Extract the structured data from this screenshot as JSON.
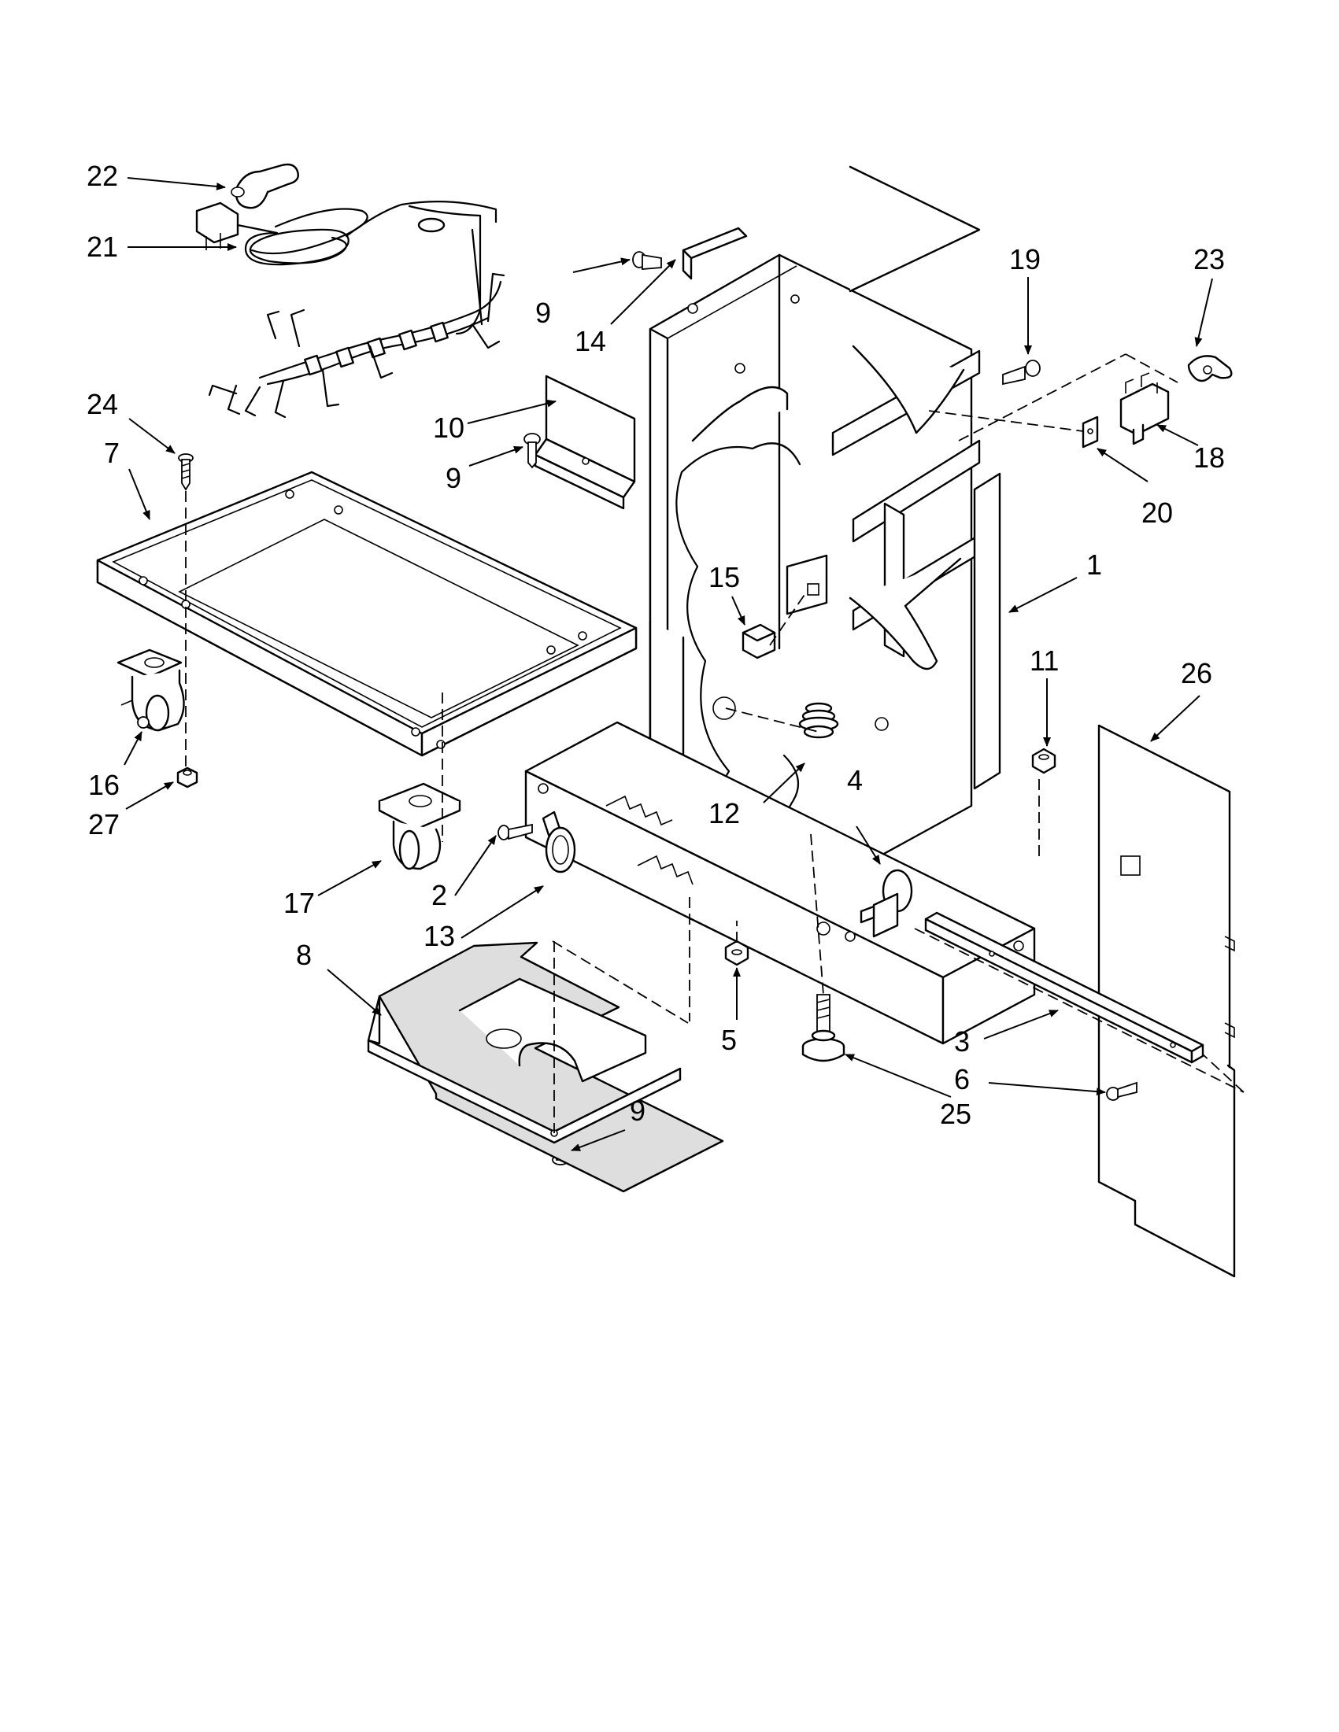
{
  "callouts": [
    {
      "id": "c22a",
      "label": "22"
    },
    {
      "id": "c21",
      "label": "21"
    },
    {
      "id": "c9a",
      "label": "9"
    },
    {
      "id": "c14",
      "label": "14"
    },
    {
      "id": "c19",
      "label": "19"
    },
    {
      "id": "c23",
      "label": "23"
    },
    {
      "id": "c24",
      "label": "24"
    },
    {
      "id": "c7",
      "label": "7"
    },
    {
      "id": "c10",
      "label": "10"
    },
    {
      "id": "c9b",
      "label": "9"
    },
    {
      "id": "c18",
      "label": "18"
    },
    {
      "id": "c20",
      "label": "20"
    },
    {
      "id": "c1",
      "label": "1"
    },
    {
      "id": "c15",
      "label": "15"
    },
    {
      "id": "c11",
      "label": "11"
    },
    {
      "id": "c26",
      "label": "26"
    },
    {
      "id": "c16",
      "label": "16"
    },
    {
      "id": "c27",
      "label": "27"
    },
    {
      "id": "c12",
      "label": "12"
    },
    {
      "id": "c4",
      "label": "4"
    },
    {
      "id": "c17",
      "label": "17"
    },
    {
      "id": "c2",
      "label": "2"
    },
    {
      "id": "c13",
      "label": "13"
    },
    {
      "id": "c8",
      "label": "8"
    },
    {
      "id": "c5",
      "label": "5"
    },
    {
      "id": "c3",
      "label": "3"
    },
    {
      "id": "c6",
      "label": "6"
    },
    {
      "id": "c25",
      "label": "25"
    },
    {
      "id": "c9c",
      "label": "9"
    }
  ],
  "colors": {
    "line": "#000000",
    "background": "#ffffff",
    "insulation": "#dedede"
  }
}
